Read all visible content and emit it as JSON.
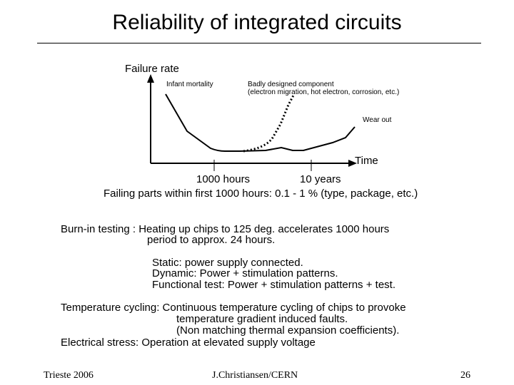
{
  "slide": {
    "title": "Reliability of integrated circuits",
    "footer": {
      "left": "Trieste 2006",
      "center": "J.Christiansen/CERN",
      "right": "26"
    }
  },
  "diagram": {
    "y_axis_label": "Failure rate",
    "x_axis_label": "Time",
    "annotations": {
      "infant_mortality": "Infant mortality",
      "badly_designed_line1": "Badly designed component",
      "badly_designed_line2": "(electron migration, hot electron, corrosion, etc.)",
      "wear_out": "Wear out"
    },
    "time_marks": [
      "1000 hours",
      "10 years"
    ]
  },
  "text": {
    "failing_parts": "Failing parts within first 1000 hours: 0.1 - 1 %  (type, package, etc.)",
    "burn_in_line1": "Burn-in testing : Heating up chips to 125 deg. accelerates 1000 hours",
    "burn_in_line2": "period to approx. 24 hours.",
    "static": "Static: power supply connected.",
    "dynamic": "Dynamic: Power + stimulation patterns.",
    "functional": "Functional test: Power + stimulation patterns + test.",
    "temp_line1": "Temperature cycling: Continuous temperature cycling of chips to provoke",
    "temp_line2": "temperature gradient induced faults.",
    "temp_line3": "(Non matching thermal expansion coefficients).",
    "electrical": "Electrical stress: Operation at elevated supply voltage"
  }
}
